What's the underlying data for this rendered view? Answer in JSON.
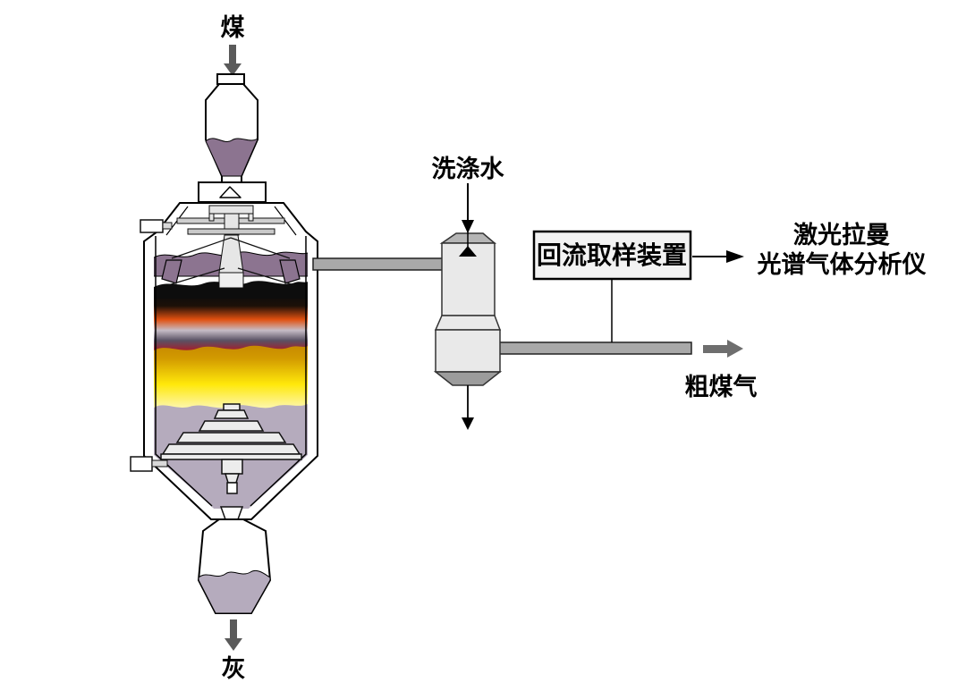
{
  "labels": {
    "coal": "煤",
    "washing_water": "洗涤水",
    "sampling_device": "回流取样装置",
    "analyzer_line1": "激光拉曼",
    "analyzer_line2": "光谱气体分析仪",
    "crude_gas": "粗煤气",
    "ash": "灰"
  },
  "colors": {
    "coal_fill": "#8c7490",
    "ash_fill": "#b5abbd",
    "zone_black": "#0d0d0d",
    "zone_orange": "#e0500f",
    "zone_lightgray": "#c6bcc6",
    "zone_slate": "#5a5264",
    "zone_red": "#b51320",
    "zone_amber": "#c78a00",
    "zone_yellow": "#ffe80a",
    "zone_pale": "#fdf6a8",
    "pipe_gray": "#a9a9a9",
    "metal_light": "#ececec",
    "scrubber_body": "#e9e9e9",
    "scrubber_cap": "#b5b5b5",
    "scrubber_cone": "#9c9c9c",
    "box_fill": "#f2f2f2",
    "arrow_gray": "#5a5a5a",
    "gas_arrow_gray": "#6e6e6e"
  }
}
